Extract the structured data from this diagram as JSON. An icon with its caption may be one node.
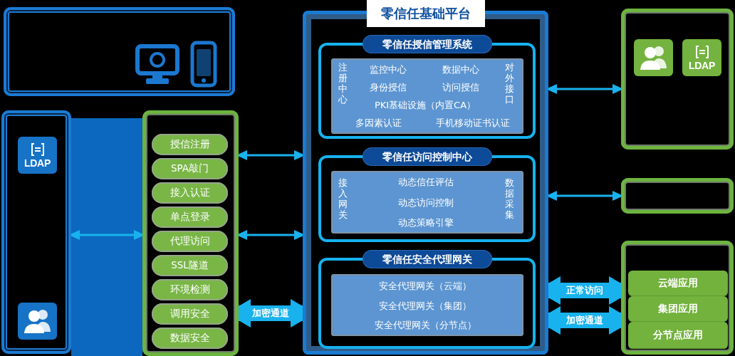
{
  "diagram": {
    "nodes": [
      {
        "text": [],
        "shape": "box"
      },
      {
        "text": [],
        "shape": "box"
      },
      {
        "text": [],
        "shape": "box"
      },
      {
        "text": [
          "授信注册"
        ],
        "in": 2
      },
      {
        "text": [
          "SPA敲门"
        ],
        "in": 2
      },
      {
        "text": [
          "接入认证"
        ],
        "in": 2
      },
      {
        "text": [
          "单点登录"
        ],
        "in": 2
      },
      {
        "text": [
          "代理访问"
        ],
        "in": 2
      },
      {
        "text": [
          "SSL隧道"
        ],
        "in": 2
      },
      {
        "text": [
          "环境检测"
        ],
        "in": 2
      },
      {
        "text": [
          "调用安全"
        ],
        "in": 2
      },
      {
        "text": [
          "数据安全"
        ],
        "in": 2
      },
      {
        "text": [
          "零信任基础平台"
        ]
      },
      {
        "text": [
          "零信任授信管理系统"
        ],
        "in": 12
      },
      {
        "text": [
          "注册中心",
          "监控中心",
          "数据中心",
          "身份授信",
          "访问授信",
          "PKI基础设施（内置CA）",
          "对外接口",
          "多因素认证",
          "手机移动证书认证"
        ],
        "in": 13
      },
      {
        "text": [
          "零信任访问控制中心"
        ],
        "in": 12
      },
      {
        "text": [
          "接入网关",
          "动态信任评估",
          "动态访问控制",
          "动态策略引擎",
          "数据采集"
        ],
        "in": 15
      },
      {
        "text": [
          "零信任安全代理网关"
        ],
        "in": 12
      },
      {
        "text": [
          "安全代理网关（云端）",
          "安全代理网关（集团）",
          "安全代理网关（分节点）"
        ],
        "in": 17
      },
      {
        "text": [],
        "shape": "box"
      },
      {
        "text": [],
        "shape": "box"
      },
      {
        "text": [],
        "shape": "box"
      },
      {
        "text": [
          "云端应用"
        ],
        "in": 21
      },
      {
        "text": [
          "集团应用"
        ],
        "in": 21
      },
      {
        "text": [
          "分节点应用"
        ],
        "in": 21
      }
    ],
    "edges": [
      {
        "from": 1,
        "to": 2,
        "arrow": "both"
      },
      {
        "from": 2,
        "to": 12,
        "arrow": "both"
      },
      {
        "from": 2,
        "to": 12,
        "arrow": "both"
      },
      {
        "from": 2,
        "to": 12,
        "arrow": "both",
        "label": "加密通道",
        "style": "thick"
      },
      {
        "from": 12,
        "to": 19,
        "arrow": "both"
      },
      {
        "from": 12,
        "to": 20,
        "arrow": "both"
      },
      {
        "from": 12,
        "to": 21,
        "arrow": "both",
        "label": "正常访问",
        "style": "thick"
      },
      {
        "from": 12,
        "to": 21,
        "arrow": "both",
        "label": "加密通道",
        "style": "thick"
      }
    ],
    "labels": [
      "LDAP",
      "LDAP"
    ]
  }
}
